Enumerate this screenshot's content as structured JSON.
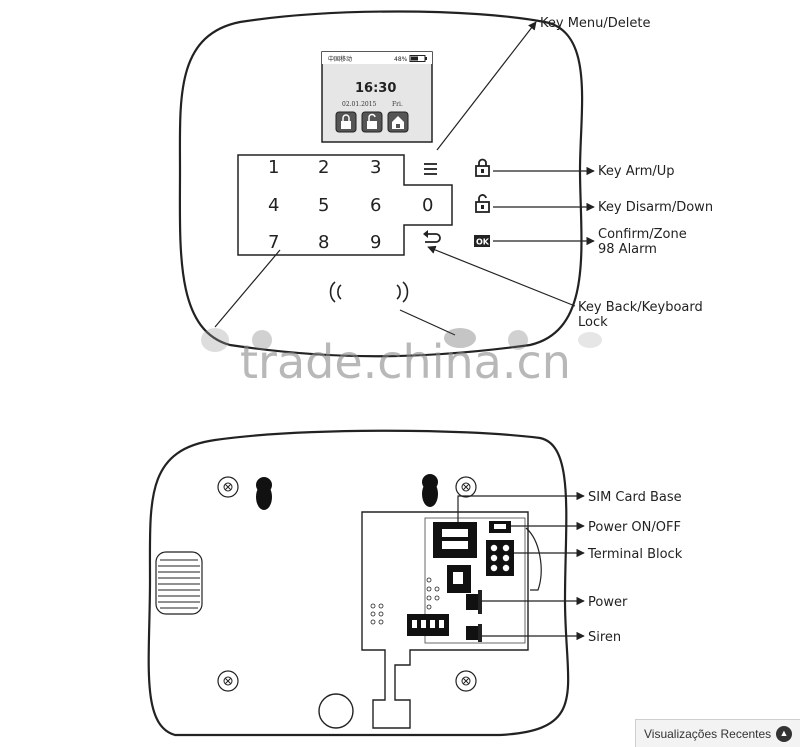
{
  "top_panel": {
    "lcd": {
      "carrier": "中国移动",
      "battery": "48%",
      "time": "16:30",
      "date": "02.01.2015",
      "weekday": "Fri."
    },
    "keys": [
      "1",
      "2",
      "3",
      "4",
      "5",
      "6",
      "7",
      "8",
      "9",
      "0"
    ],
    "callouts": {
      "menu_delete": "Key Menu/Delete",
      "arm_up": "Key Arm/Up",
      "disarm_down": "Key Disarm/Down",
      "confirm_line1": "Confirm/Zone",
      "confirm_line2": "98 Alarm",
      "back_line1": "Key Back/Keyboard",
      "back_line2": "Lock"
    }
  },
  "watermark": "trade.china.cn",
  "bottom_panel": {
    "callouts": {
      "sim": "SIM Card Base",
      "power_switch": "Power ON/OFF",
      "terminal": "Terminal Block",
      "power": "Power",
      "siren": "Siren"
    }
  },
  "recent_bar": {
    "label": "Visualizações Recentes",
    "icon": "chevron-up-icon"
  }
}
